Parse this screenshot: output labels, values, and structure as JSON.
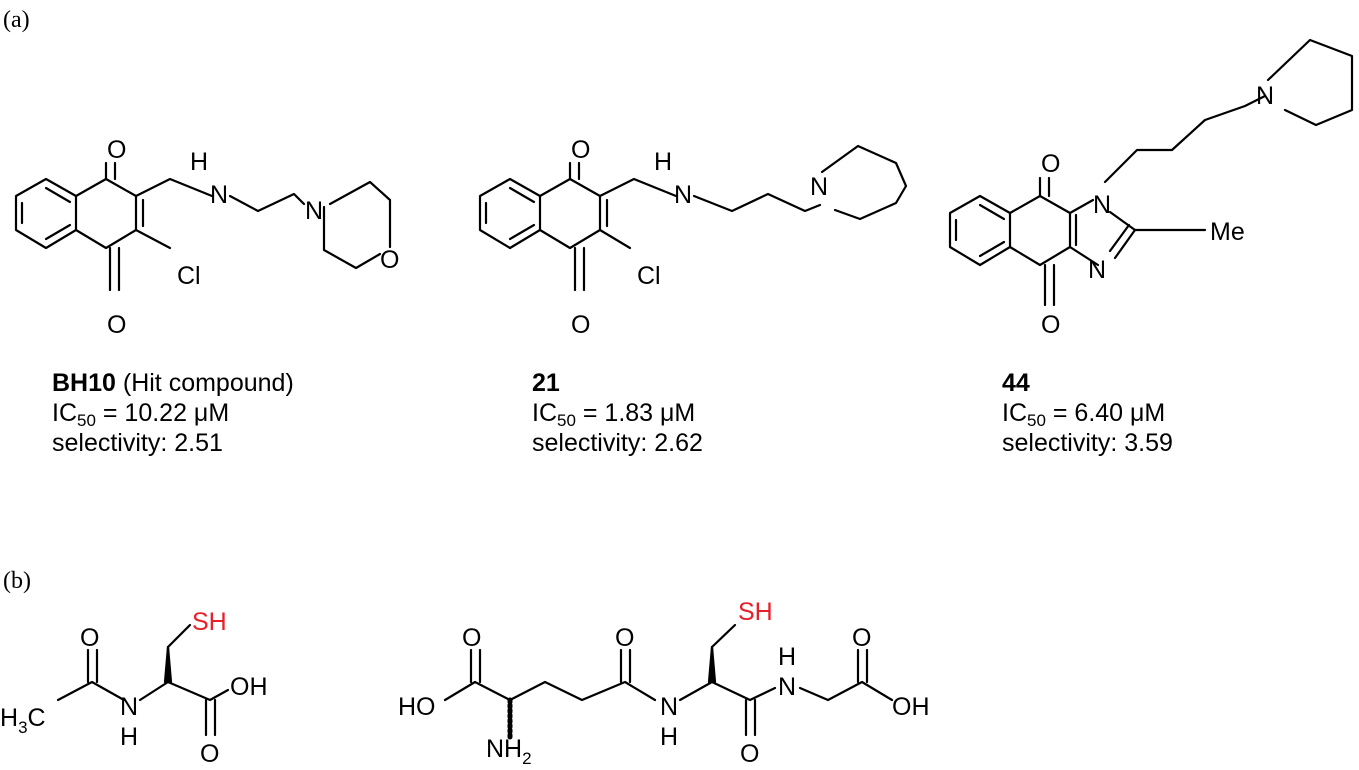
{
  "panel_labels": {
    "a": "(a)",
    "b": "(b)"
  },
  "atom_labels": {
    "O": "O",
    "N": "N",
    "H": "H",
    "Cl": "Cl",
    "Me": "Me",
    "SH": "SH",
    "OH": "OH",
    "HO": "HO",
    "H3C_main": "H",
    "H3C_sub": "3",
    "H3C_end": "C",
    "NH2_main": "NH",
    "NH2_sub": "2"
  },
  "compounds": [
    {
      "id": "BH10",
      "note": "(Hit compound)",
      "ic50_prefix": "IC",
      "ic50_sub": "50",
      "ic50_value": " = 10.22 μM",
      "selectivity": "selectivity: 2.51"
    },
    {
      "id": "21",
      "note": "",
      "ic50_prefix": "IC",
      "ic50_sub": "50",
      "ic50_value": " = 1.83 μM",
      "selectivity": "selectivity: 2.62"
    },
    {
      "id": "44",
      "note": "",
      "ic50_prefix": "IC",
      "ic50_sub": "50",
      "ic50_value": " = 6.40 μM",
      "selectivity": "selectivity: 3.59"
    }
  ],
  "colors": {
    "ink": "#000000",
    "thiol": "#e8202a"
  }
}
